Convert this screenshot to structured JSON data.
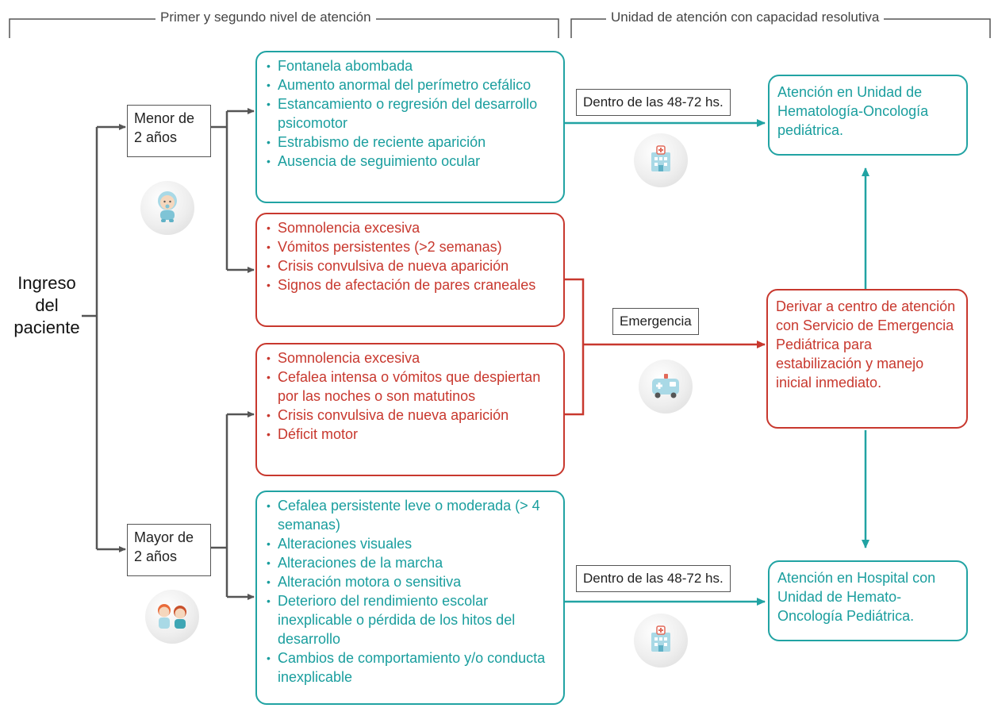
{
  "header": {
    "left_section": "Primer y segundo nivel de atención",
    "right_section": "Unidad de atención con capacidad resolutiva"
  },
  "entry": {
    "line1": "Ingreso",
    "line2": "del",
    "line3": "paciente"
  },
  "age_groups": {
    "under2": {
      "line1": "Menor de",
      "line2": "2 años",
      "icon": "baby-icon"
    },
    "over2": {
      "line1": "Mayor de",
      "line2": "2 años",
      "icon": "children-icon"
    }
  },
  "criteria": {
    "under2_routine": {
      "color": "#21a3a3",
      "items": [
        "Fontanela abombada",
        "Aumento anormal del perímetro cefálico",
        "Estancamiento o regresión del desarrollo psicomotor",
        "Estrabismo de reciente aparición",
        "Ausencia de seguimiento ocular"
      ]
    },
    "under2_emergency": {
      "color": "#c8382e",
      "items": [
        "Somnolencia excesiva",
        "Vómitos persistentes (>2 semanas)",
        "Crisis convulsiva de nueva aparición",
        "Signos de afectación de pares craneales"
      ]
    },
    "over2_emergency": {
      "color": "#c8382e",
      "items": [
        "Somnolencia excesiva",
        "Cefalea intensa o vómitos que despiertan por las noches o son matutinos",
        "Crisis convulsiva de nueva aparición",
        "Déficit motor"
      ]
    },
    "over2_routine": {
      "color": "#21a3a3",
      "items": [
        "Cefalea persistente leve o moderada (> 4 semanas)",
        "Alteraciones visuales",
        "Alteraciones de la marcha",
        "Alteración motora o sensitiva",
        "Deterioro del rendimiento escolar inexplicable o pérdida de los hitos del desarrollo",
        "Cambios de comportamiento y/o conducta inexplicable"
      ]
    }
  },
  "timing": {
    "top": "Dentro de las 48-72 hs.",
    "emergency": "Emergencia",
    "bottom": "Dentro de las 48-72 hs.",
    "top_icon": "hospital-icon",
    "emergency_icon": "ambulance-icon",
    "bottom_icon": "hospital-icon"
  },
  "destinations": {
    "top": "Atención en Unidad de Hematología-Oncología pediátrica.",
    "emergency": "Derivar a centro de atención con Servicio de Emergencia Pediátrica para estabilización y manejo inicial inmediato.",
    "bottom": "Atención en Hospital con Unidad de Hemato-Oncología Pediátrica."
  },
  "colors": {
    "routine": "#21a3a3",
    "emergency": "#c8382e",
    "connector": "#555555"
  }
}
